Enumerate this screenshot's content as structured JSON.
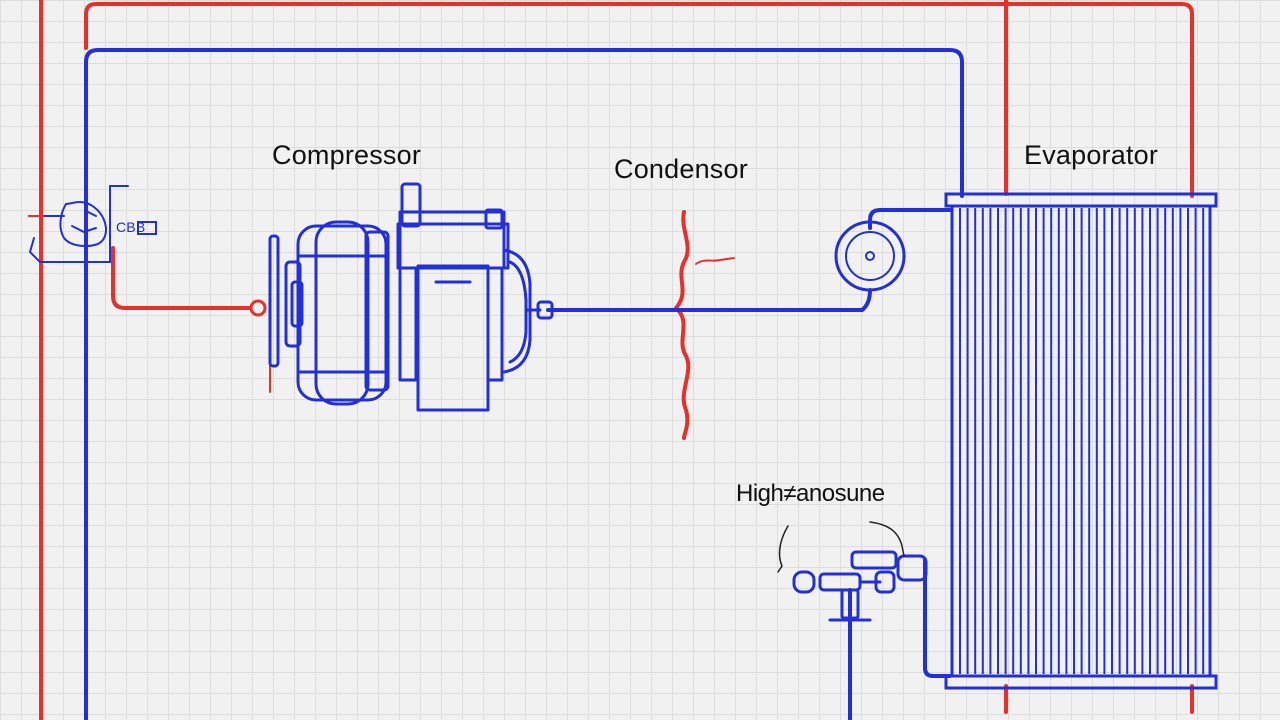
{
  "labels": {
    "compressor": "Compressor",
    "condenser": "Condensor",
    "evaporator": "Evaporator",
    "high_pressure": "High≠anosune",
    "switch_code": "CBB"
  },
  "colors": {
    "background": "#f1f1f1",
    "grid": "#dddddd",
    "red_line": "#e8302a",
    "blue_line": "#2330d8",
    "text": "#111111"
  }
}
